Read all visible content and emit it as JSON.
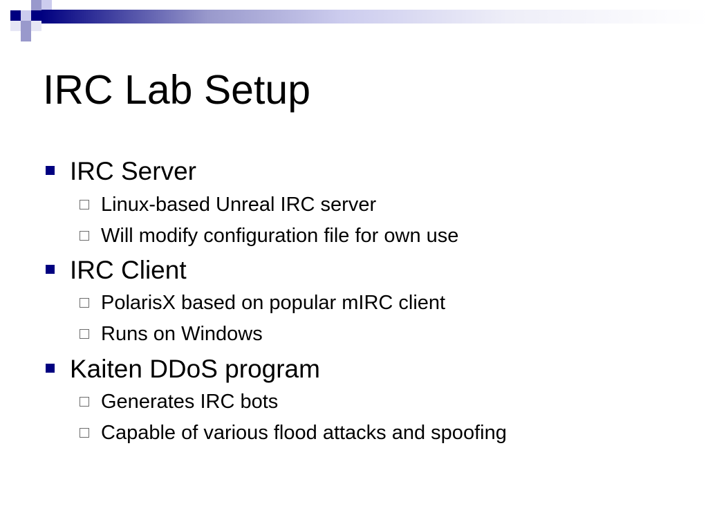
{
  "slide": {
    "title": "IRC Lab Setup",
    "colors": {
      "accent": "#000080",
      "accent_light": "#9999cc",
      "text": "#000000",
      "background": "#ffffff"
    },
    "bullets": [
      {
        "text": "IRC Server",
        "marker_icon": "filled-square-bullet",
        "subitems": [
          {
            "text": "Linux-based Unreal IRC server",
            "marker_icon": "hollow-square-bullet"
          },
          {
            "text": "Will modify configuration file for own use",
            "marker_icon": "hollow-square-bullet"
          }
        ]
      },
      {
        "text": "IRC Client",
        "marker_icon": "filled-square-bullet",
        "subitems": [
          {
            "text": "PolarisX based on popular mIRC client",
            "marker_icon": "hollow-square-bullet"
          },
          {
            "text": "Runs on Windows",
            "marker_icon": "hollow-square-bullet"
          }
        ]
      },
      {
        "text": "Kaiten DDoS program",
        "marker_icon": "filled-square-bullet",
        "subitems": [
          {
            "text": "Generates IRC bots",
            "marker_icon": "hollow-square-bullet"
          },
          {
            "text": "Capable of various flood attacks and spoofing",
            "marker_icon": "hollow-square-bullet"
          }
        ]
      }
    ]
  }
}
